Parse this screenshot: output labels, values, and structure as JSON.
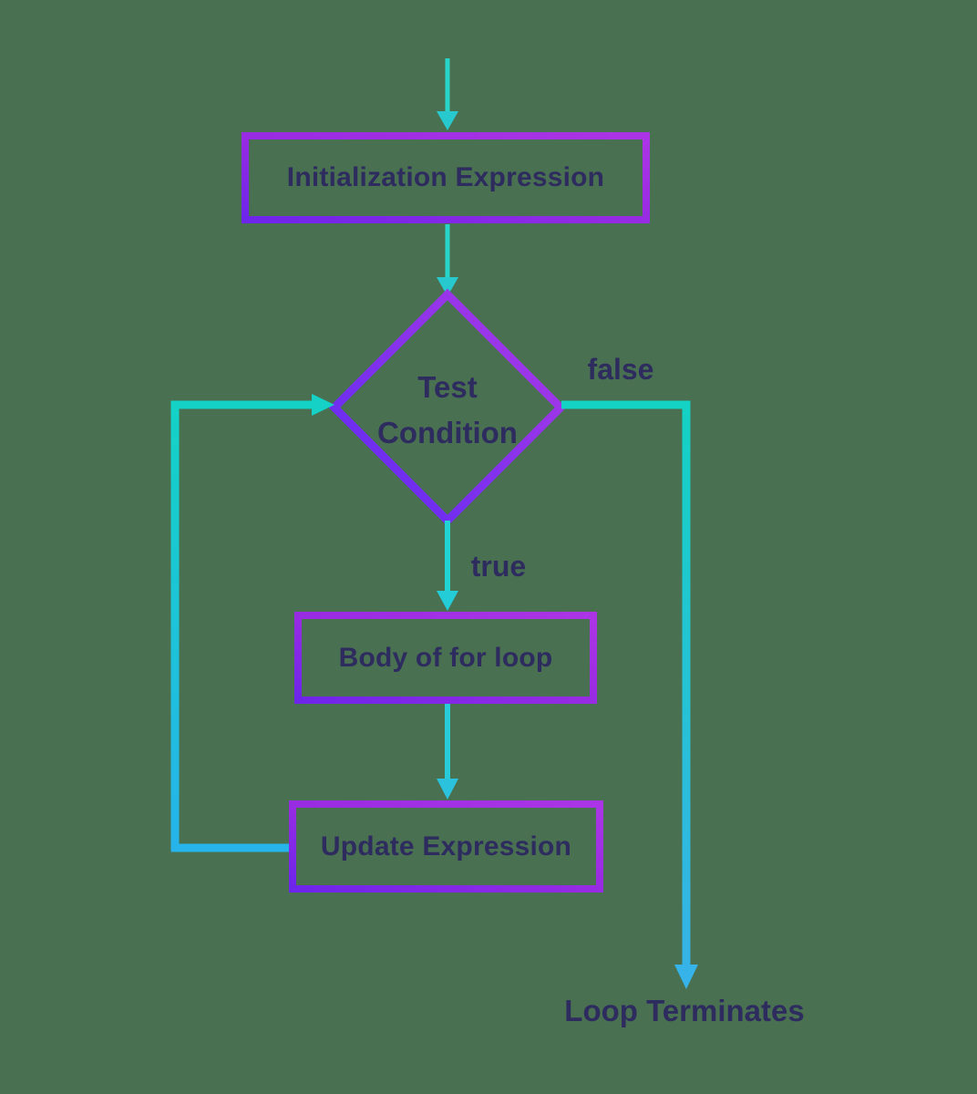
{
  "diagram": {
    "type": "flowchart",
    "subject": "for loop control flow"
  },
  "nodes": {
    "initialization": {
      "label": "Initialization Expression",
      "shape": "rectangle"
    },
    "test_condition": {
      "label_lines": [
        "Test",
        "Condition"
      ],
      "shape": "diamond"
    },
    "body": {
      "label": "Body of for loop",
      "shape": "rectangle"
    },
    "update": {
      "label": "Update Expression",
      "shape": "rectangle"
    }
  },
  "edge_labels": {
    "false_branch": "false",
    "true_branch": "true",
    "terminate": "Loop Terminates"
  },
  "edges": [
    {
      "from": "start",
      "to": "initialization",
      "label": ""
    },
    {
      "from": "initialization",
      "to": "test_condition",
      "label": ""
    },
    {
      "from": "test_condition",
      "to": "body",
      "label": "true"
    },
    {
      "from": "test_condition",
      "to": "loop_terminates",
      "label": "false"
    },
    {
      "from": "body",
      "to": "update",
      "label": ""
    },
    {
      "from": "update",
      "to": "test_condition",
      "label": ""
    }
  ],
  "colors": {
    "background_green": "#487051",
    "text_navy": "#2e2c5f",
    "node_border_purple_light": "#ab35e6",
    "node_border_purple_dark": "#6e25ea",
    "diamond_purple_light": "#ad39e5",
    "diamond_purple_dark": "#5e2af4",
    "connector_teal": "#17d2c6",
    "connector_blue": "#35b4e8",
    "arrow_cyan": "#27d5c9"
  }
}
